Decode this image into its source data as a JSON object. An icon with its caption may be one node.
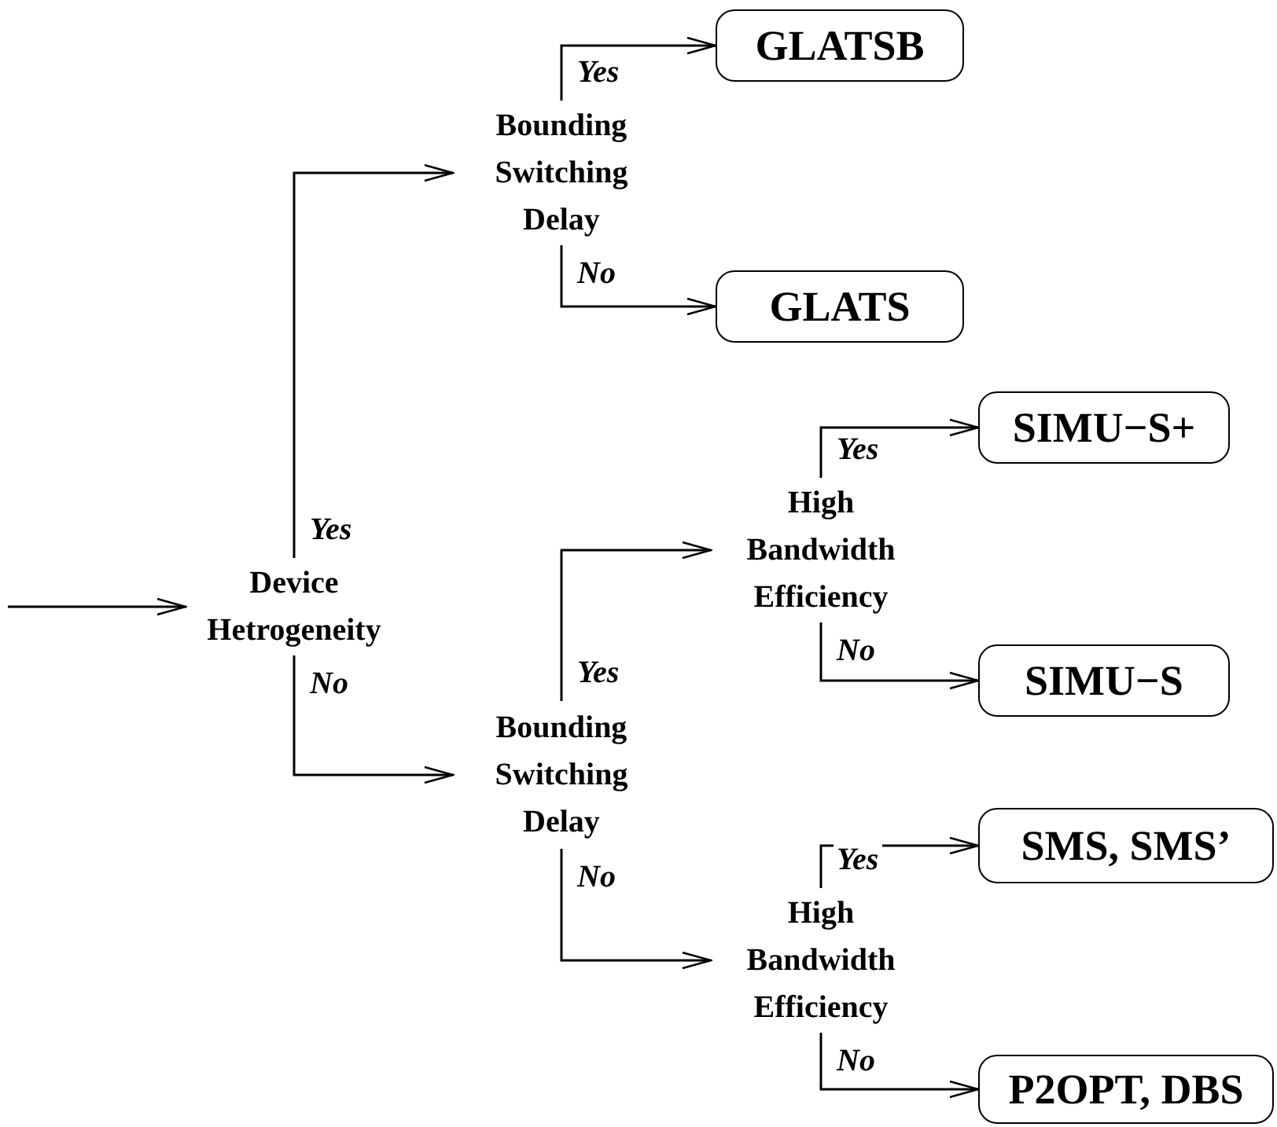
{
  "diagram": {
    "nodes": [
      {
        "text": [
          "Device Hetrogeneity"
        ]
      },
      {
        "text": [
          "Bounding Switching Delay"
        ]
      },
      {
        "text": [
          "GLATSB"
        ]
      },
      {
        "text": [
          "GLATS"
        ]
      },
      {
        "text": [
          "Bounding Switching Delay"
        ]
      },
      {
        "text": [
          "High Bandwidth Efficiency"
        ]
      },
      {
        "text": [
          "SIMU−S+"
        ]
      },
      {
        "text": [
          "SIMU−S"
        ]
      },
      {
        "text": [
          "High Bandwidth Efficiency"
        ]
      },
      {
        "text": [
          "SMS, SMS’"
        ]
      },
      {
        "text": [
          "P2OPT, DBS"
        ]
      }
    ],
    "edges": [
      {
        "from": null,
        "to": 0,
        "arrow": "to"
      },
      {
        "from": 0,
        "to": 1,
        "arrow": "to",
        "label": "Yes"
      },
      {
        "from": 1,
        "to": 2,
        "arrow": "to",
        "label": "Yes"
      },
      {
        "from": 1,
        "to": 3,
        "arrow": "to",
        "label": "No"
      },
      {
        "from": 0,
        "to": 4,
        "arrow": "to",
        "label": "No"
      },
      {
        "from": 4,
        "to": 5,
        "arrow": "to",
        "label": "Yes"
      },
      {
        "from": 5,
        "to": 6,
        "arrow": "to",
        "label": "Yes"
      },
      {
        "from": 5,
        "to": 7,
        "arrow": "to",
        "label": "No"
      },
      {
        "from": 4,
        "to": 8,
        "arrow": "to",
        "label": "No"
      },
      {
        "from": 8,
        "to": 9,
        "arrow": "to",
        "label": "Yes"
      },
      {
        "from": 8,
        "to": 10,
        "arrow": "to",
        "label": "No"
      }
    ]
  }
}
